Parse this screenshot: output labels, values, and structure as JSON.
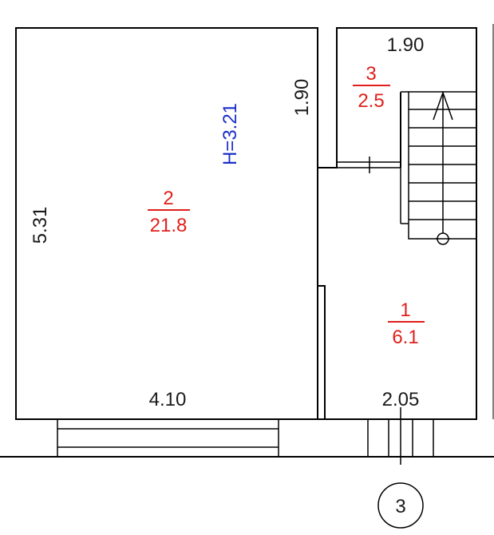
{
  "dimensions": {
    "left_height": "5.31",
    "bottom_left_width": "4.10",
    "bottom_right_width": "2.05",
    "top_right_width": "1.90",
    "stair_room_side": "1.90"
  },
  "rooms": [
    {
      "number": "2",
      "area": "21.8"
    },
    {
      "number": "3",
      "area": "2.5"
    },
    {
      "number": "1",
      "area": "6.1"
    }
  ],
  "ceiling_height": "H=3.21",
  "axis_marker": "3",
  "colors": {
    "room_label": "#e0201b",
    "height_label": "#1a2fc8",
    "lines": "#000000"
  }
}
